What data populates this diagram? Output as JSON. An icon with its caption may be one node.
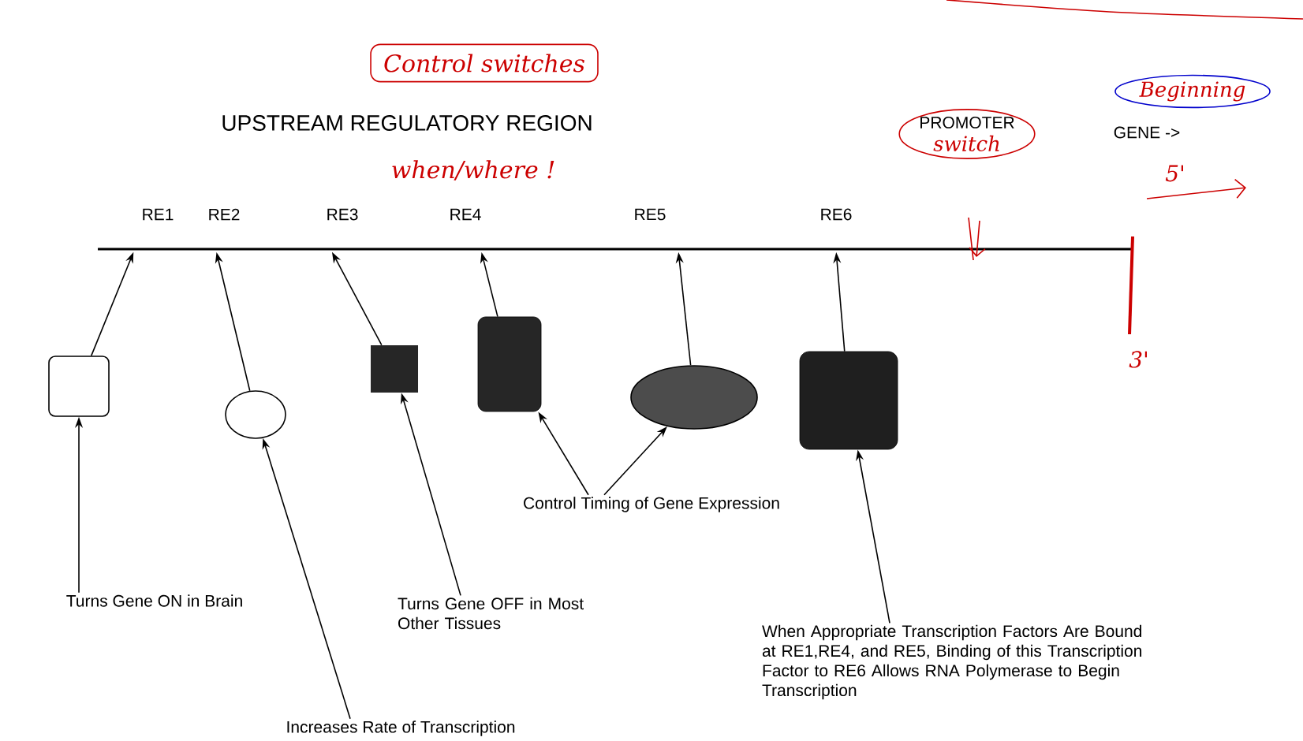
{
  "diagram": {
    "nodes": [
      {
        "text": [
          "Control switches"
        ]
      },
      {
        "text": [
          "Beginning"
        ]
      },
      {
        "text": [
          "PROMOTER",
          "switch"
        ]
      },
      {
        "text": [],
        "shape": "line"
      },
      {
        "text": [],
        "shape": "box"
      },
      {
        "text": [],
        "shape": "ellipse"
      },
      {
        "text": [],
        "shape": "box"
      },
      {
        "text": [],
        "shape": "box"
      },
      {
        "text": [],
        "shape": "ellipse"
      },
      {
        "text": [],
        "shape": "box"
      },
      {
        "text": [
          "Turns Gene ON in  Brain"
        ]
      },
      {
        "text": [
          "Increases Rate of Transcription"
        ]
      },
      {
        "text": [
          "Turns Gene OFF in Most Other Tissues"
        ]
      },
      {
        "text": [
          "Control Timing of Gene Expression"
        ]
      },
      {
        "text": [
          "When Appropriate Transcription Factors Are Bound at RE1,RE4, and RE5, Binding of this Transcription Factor to RE6 Allows RNA Polymerase to Begin Transcription"
        ]
      }
    ],
    "edges": [
      {
        "from": 4,
        "to": 3,
        "arrow": "to"
      },
      {
        "from": 5,
        "to": 3,
        "arrow": "to"
      },
      {
        "from": 6,
        "to": 3,
        "arrow": "to"
      },
      {
        "from": 7,
        "to": 3,
        "arrow": "to"
      },
      {
        "from": 8,
        "to": 3,
        "arrow": "to"
      },
      {
        "from": 9,
        "to": 3,
        "arrow": "to"
      },
      {
        "from": 10,
        "to": 4,
        "arrow": "to"
      },
      {
        "from": 11,
        "to": 5,
        "arrow": "to"
      },
      {
        "from": 12,
        "to": 6,
        "arrow": "to"
      },
      {
        "from": 13,
        "to": 7,
        "arrow": "to"
      },
      {
        "from": 13,
        "to": 8,
        "arrow": "to"
      },
      {
        "from": 14,
        "to": 9,
        "arrow": "to"
      }
    ],
    "labels": [
      "UPSTREAM REGULATORY REGION",
      "when/where !",
      "GENE ->",
      "5'",
      "RE1",
      "RE2",
      "RE3",
      "RE4",
      "RE5",
      "RE6",
      "3'"
    ]
  }
}
